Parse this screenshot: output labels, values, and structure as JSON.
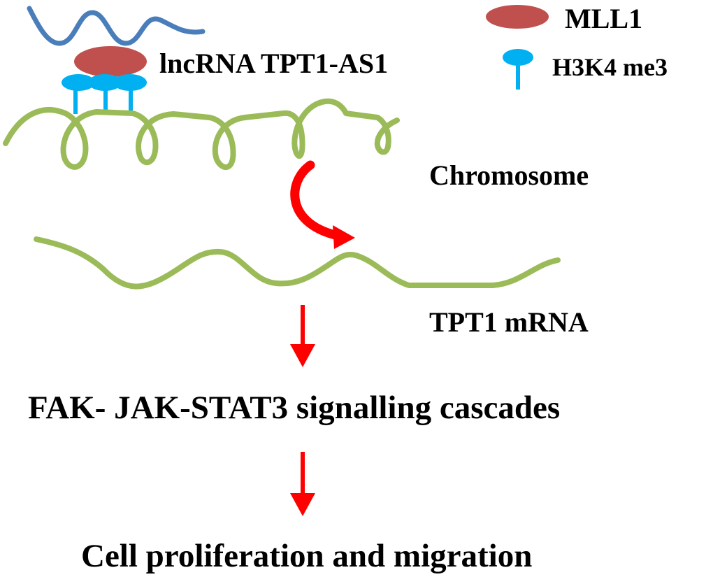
{
  "legend": {
    "mll1_label": "MLL1",
    "h3k4me3_label": "H3K4 me3"
  },
  "labels": {
    "lncrna": "lncRNA TPT1-AS1",
    "chromosome": "Chromosome",
    "mrna": "TPT1 mRNA",
    "pathway": "FAK- JAK-STAT3 signalling cascades",
    "outcome": "Cell proliferation and migration"
  },
  "colors": {
    "lncrna_strand": "#4a7ebb",
    "chromatin": "#9bbb59",
    "mll1": "#c0504d",
    "h3k4me3": "#00b0f0",
    "arrow": "#ff0000"
  },
  "icons": {
    "mll1": "red-ellipse",
    "h3k4me3": "blue-lollipop"
  }
}
